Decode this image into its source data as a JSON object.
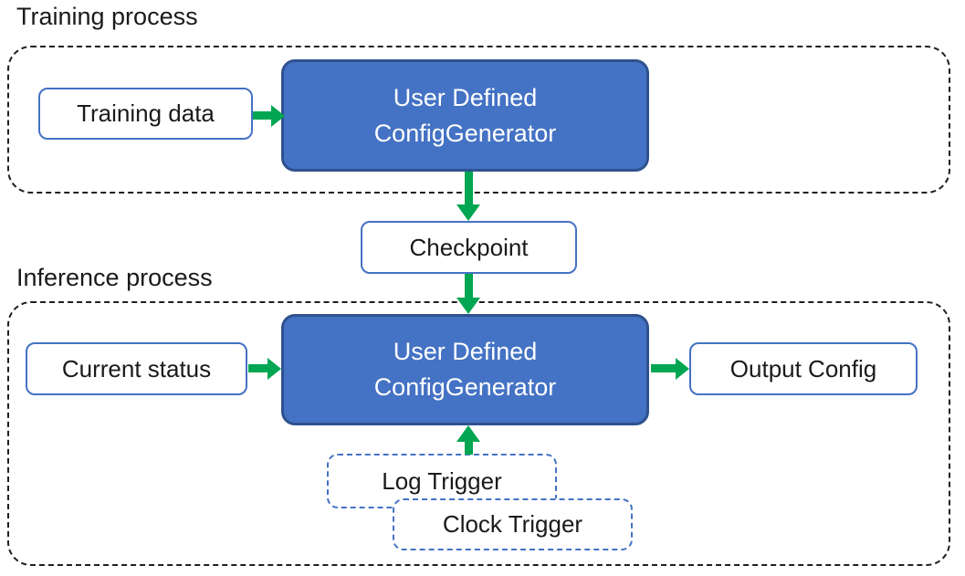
{
  "colors": {
    "box_fill": "#4472c4",
    "box_border": "#2f528f",
    "outline_blue": "#4472c4",
    "arrow_green": "#00a651",
    "dash_black": "#1f1f1f",
    "text_dark": "#1a1a1a",
    "text_light": "#ffffff"
  },
  "training": {
    "label": "Training process",
    "input": "Training data",
    "generator": {
      "line1": "User Defined",
      "line2": "ConfigGenerator"
    }
  },
  "checkpoint": {
    "label": "Checkpoint"
  },
  "inference": {
    "label": "Inference process",
    "input": "Current status",
    "generator": {
      "line1": "User Defined",
      "line2": "ConfigGenerator"
    },
    "output": "Output Config",
    "log_trigger": "Log Trigger",
    "clock_trigger": "Clock Trigger"
  }
}
